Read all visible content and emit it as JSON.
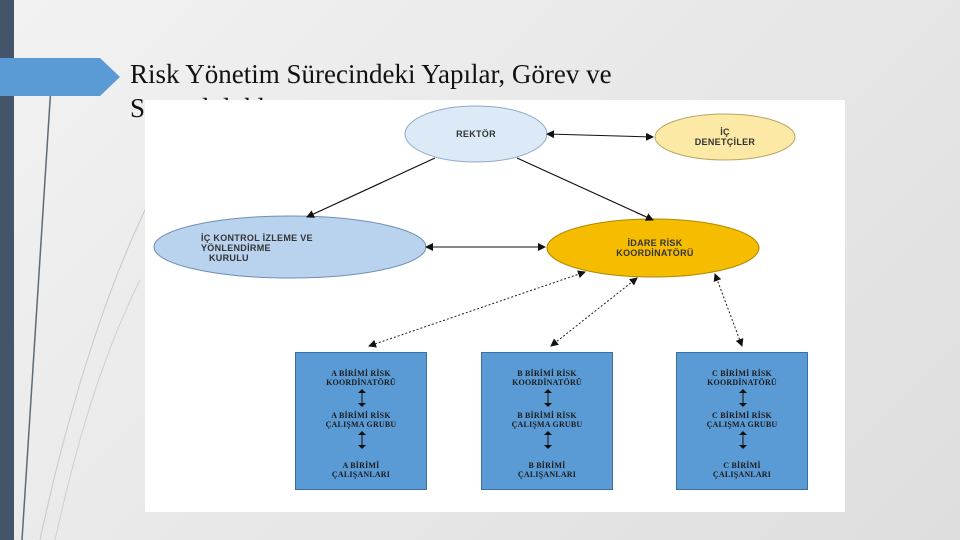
{
  "slide": {
    "title_line1": "Risk Yönetim Sürecindeki Yapılar, Görev ve",
    "title_line2": "Sorumlulukları"
  },
  "diagram": {
    "rektor": "REKTÖR",
    "ic_denetciler_1": "İÇ",
    "ic_denetciler_2": "DENETÇİLER",
    "ic_kontrol_1": "İÇ KONTROL İZLEME VE",
    "ic_kontrol_2": "YÖNLENDİRME",
    "ic_kontrol_3": "KURULU",
    "idare_1": "İDARE RİSK",
    "idare_2": "KOORDİNATÖRÜ",
    "units": [
      {
        "coord_1": "A BİRİMİ RİSK",
        "coord_2": "KOORDİNATÖRÜ",
        "group_1": "A BİRİMİ RİSK",
        "group_2": "ÇALIŞMA GRUBU",
        "staff_1": "A BİRİMİ",
        "staff_2": "ÇALIŞANLARI"
      },
      {
        "coord_1": "B BİRİMİ RİSK",
        "coord_2": "KOORDİNATÖRÜ",
        "group_1": "B BİRİMİ RİSK",
        "group_2": "ÇALIŞMA GRUBU",
        "staff_1": "B BİRİMİ",
        "staff_2": "ÇALIŞANLARI"
      },
      {
        "coord_1": "C BİRİMİ RİSK",
        "coord_2": "KOORDİNATÖRÜ",
        "group_1": "C BİRİMİ RİSK",
        "group_2": "ÇALIŞMA GRUBU",
        "staff_1": "C BİRİMİ",
        "staff_2": "ÇALIŞANLARI"
      }
    ]
  },
  "colors": {
    "rektor_fill": "#dce9f7",
    "ic_denetciler_fill": "#fce9a6",
    "ic_kontrol_fill": "#b9d3ee",
    "idare_fill": "#f5bc00",
    "box_fill": "#5b9bd5",
    "accent": "#5b9bd5",
    "side_band": "#44546a"
  }
}
